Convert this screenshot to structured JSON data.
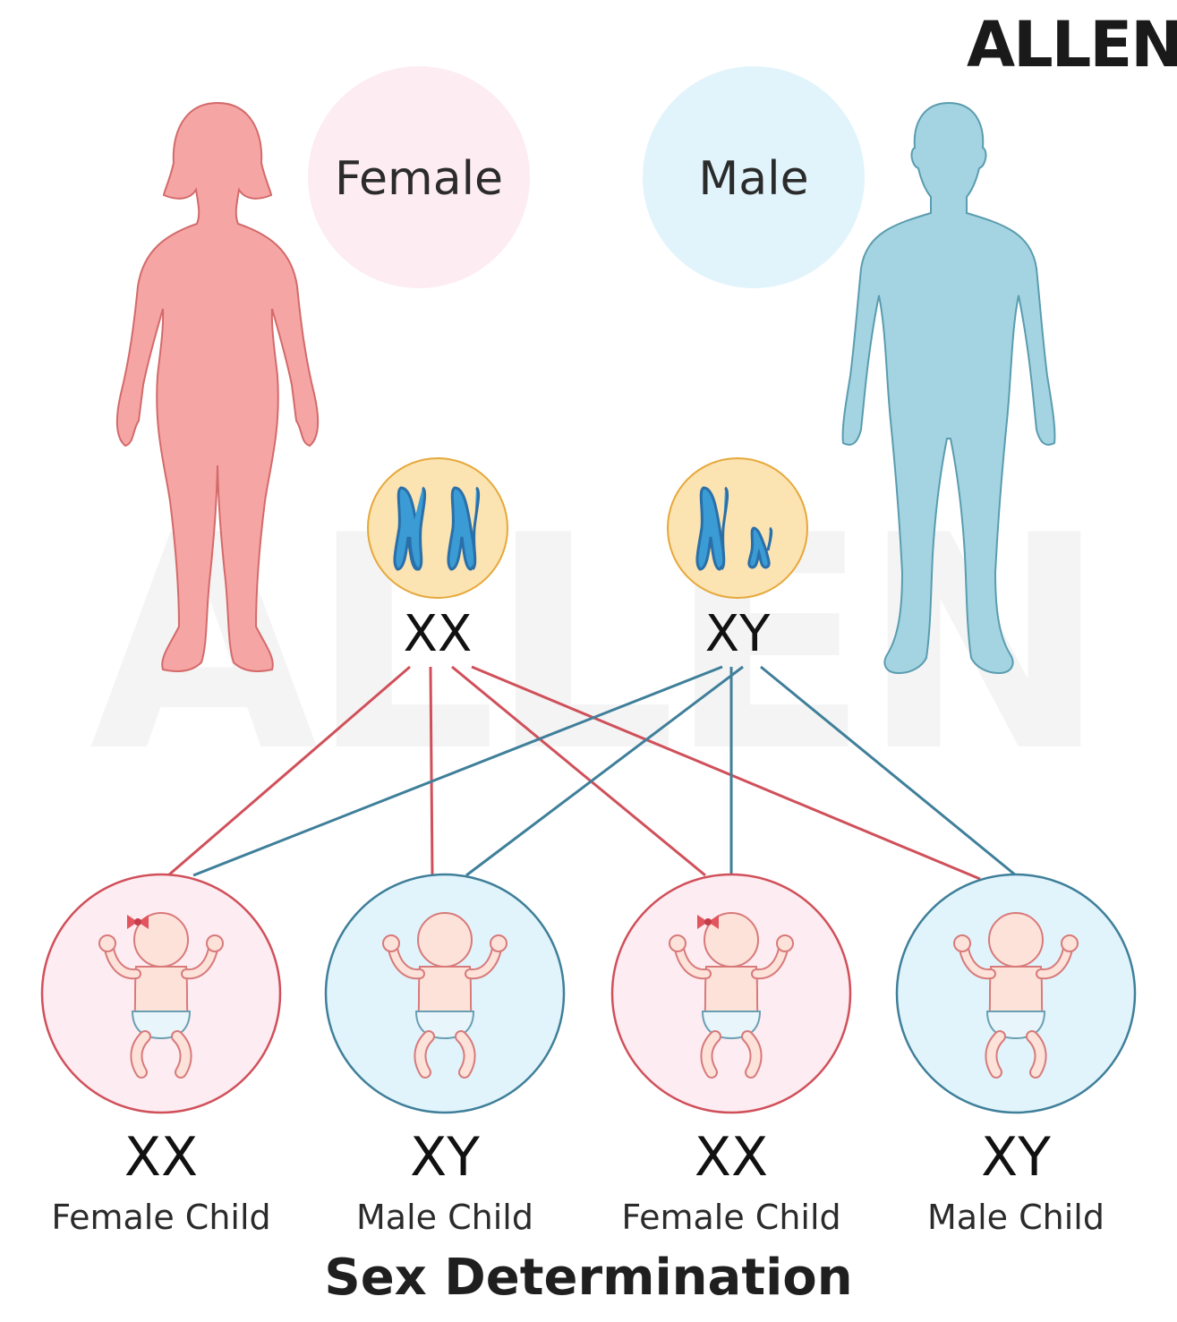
{
  "brand": "ALLEN",
  "watermark": "ALLEN",
  "parents": {
    "female": {
      "label": "Female",
      "genotype": "XX",
      "body_color": "#f6a5a5",
      "stroke": "#d46a6a"
    },
    "male": {
      "label": "Male",
      "genotype": "XY",
      "body_color": "#a4d4e1",
      "stroke": "#5a9cb0"
    }
  },
  "children": [
    {
      "genotype": "XX",
      "label": "Female Child",
      "sex": "female"
    },
    {
      "genotype": "XY",
      "label": "Male Child",
      "sex": "male"
    },
    {
      "genotype": "XX",
      "label": "Female Child",
      "sex": "female"
    },
    {
      "genotype": "XY",
      "label": "Male Child",
      "sex": "male"
    }
  ],
  "title": "Sex Determination",
  "colors": {
    "female_line": "#d0505a",
    "male_line": "#3f7f9a",
    "female_circle_fill": "#fdecf1",
    "male_circle_fill": "#e1f4fb",
    "chromosome_cell": "#fbe3b2",
    "chromosome": "#3a9bd5"
  }
}
